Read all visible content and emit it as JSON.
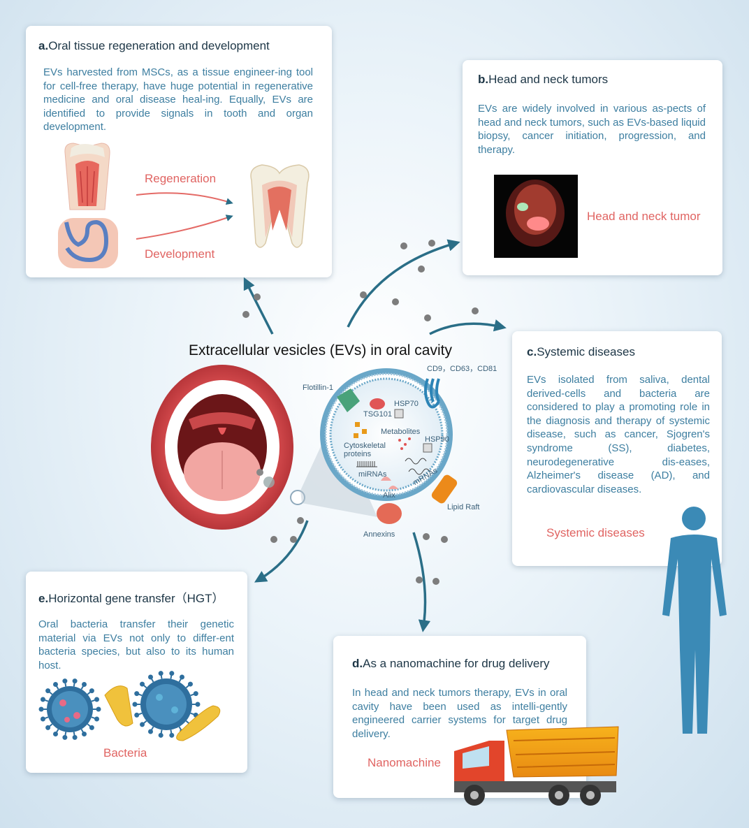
{
  "center_title": "Extracellular vesicles (EVs) in oral cavity",
  "panels": {
    "a": {
      "letter": "a.",
      "title": "Oral tissue regeneration and development",
      "text": "EVs harvested from MSCs, as a tissue engineer-ing tool for cell-free therapy, have huge potential in regenerative medicine and oral disease heal-ing. Equally, EVs are identified to provide signals in tooth and organ development.",
      "label1": "Regeneration",
      "label2": "Development"
    },
    "b": {
      "letter": "b.",
      "title": "Head and neck tumors",
      "text": "EVs are widely involved in various as-pects of head and neck tumors, such as EVs-based liquid biopsy, cancer initiation, progression, and therapy.",
      "label": "Head and neck tumor"
    },
    "c": {
      "letter": "c.",
      "title": "Systemic diseases",
      "text": "EVs isolated from saliva, dental derived-cells and bacteria are considered to play a promoting role in the diagnosis and therapy of systemic disease, such as cancer, Sjogren's syndrome (SS), diabetes, neurodegenerative dis-eases, Alzheimer's disease (AD), and cardiovascular diseases.",
      "label": "Systemic diseases"
    },
    "d": {
      "letter": "d.",
      "title": "As a nanomachine for drug delivery",
      "text": "In head and neck tumors therapy, EVs in oral cavity have been used as intelli-gently engineered carrier systems for target drug delivery.",
      "label": "Nanomachine"
    },
    "e": {
      "letter": "e.",
      "title": "Horizontal gene transfer（HGT）",
      "text": "Oral bacteria transfer their genetic material via EVs not only to differ-ent bacteria species, but also to its human host.",
      "label": "Bacteria"
    }
  },
  "vesicle_labels": {
    "flotillin": "Flotillin-1",
    "cd": "CD9，CD63，CD81",
    "tsg101": "TSG101",
    "hsp70": "HSP70",
    "metabolites": "Metabolites",
    "cyto1": "Cytoskeletal",
    "cyto2": "proteins",
    "hsp90": "HSP90",
    "mirnas": "miRNAs",
    "mrnas": "mRNAs",
    "alix": "Alix",
    "lipid_raft": "Lipid Raft",
    "annexins": "Annexins"
  },
  "colors": {
    "accent_teal": "#2a6e87",
    "text_blue": "#3d7ea0",
    "label_red": "#e06462",
    "human_blue": "#3b8ab6"
  }
}
